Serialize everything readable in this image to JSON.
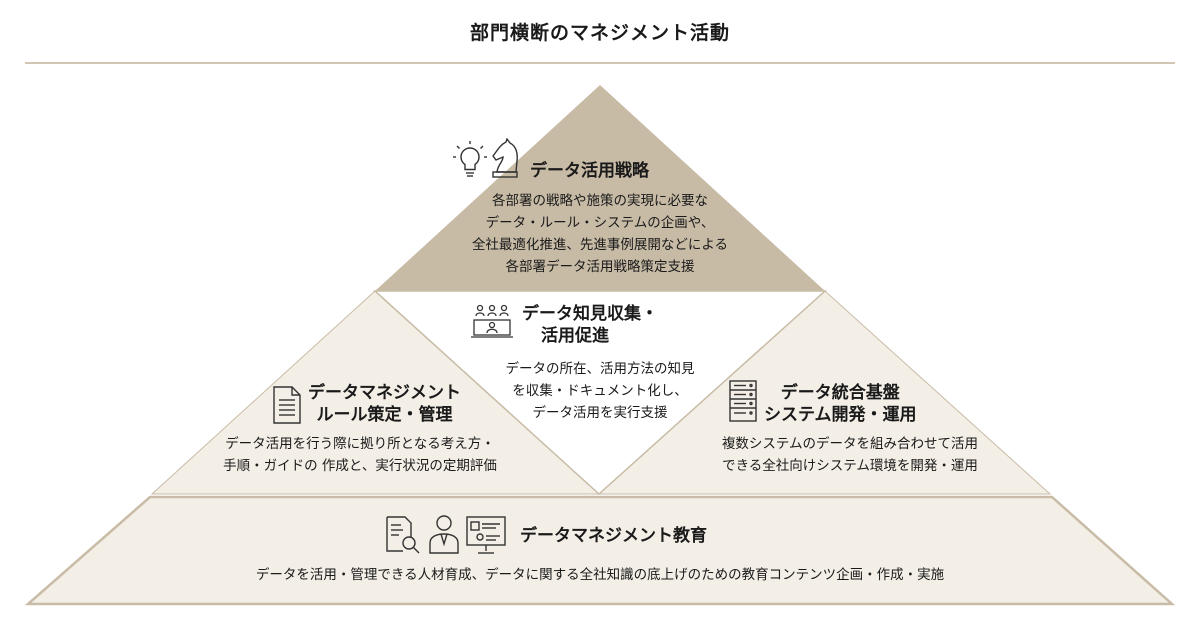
{
  "header": {
    "title": "部門横断のマネジメント活動"
  },
  "sections": {
    "strategy": {
      "title": "データ活用戦略",
      "body": [
        "各部署の戦略や施策の実現に必要な",
        "データ・ルール・システムの企画や、",
        "全社最適化推進、先進事例展開などによる",
        "各部署データ活用戦略策定支援"
      ]
    },
    "knowledge": {
      "title": [
        "データ知見収集・",
        "活用促進"
      ],
      "body": [
        "データの所在、活用方法の知見",
        "を収集・ドキュメント化し、",
        "データ活用を実行支援"
      ]
    },
    "rules": {
      "title": [
        "データマネジメント",
        "ルール策定・管理"
      ],
      "body": [
        "データ活用を行う際に拠り所となる考え方・",
        "手順・ガイドの 作成と、実行状況の定期評価"
      ]
    },
    "platform": {
      "title": [
        "データ統合基盤",
        "システム開発・運用"
      ],
      "body": [
        "複数システムのデータを組み合わせて活用",
        "できる全社向けシステム環境を開発・運用"
      ]
    },
    "education": {
      "title": "データマネジメント教育",
      "body": "データを活用・管理できる人材育成、データに関する全社知識の底上げのための教育コンテンツ企画・作成・実施"
    }
  },
  "colors": {
    "top_fill": "#c7bba6",
    "side_fill": "#f3eee6",
    "bottom_fill": "#f3eee6",
    "border": "#c9bca7",
    "icon_stroke": "#333333"
  }
}
